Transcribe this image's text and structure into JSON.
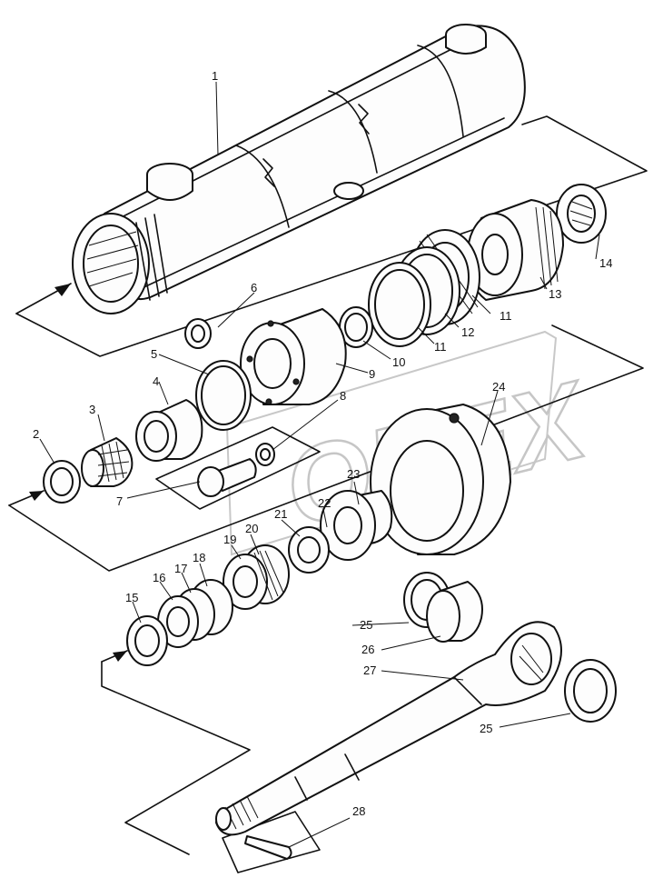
{
  "figure": {
    "watermark": "OPEX",
    "part_labels": [
      "1",
      "2",
      "3",
      "4",
      "5",
      "6",
      "7",
      "8",
      "9",
      "10",
      "11",
      "11",
      "12",
      "13",
      "14",
      "15",
      "16",
      "17",
      "18",
      "19",
      "20",
      "21",
      "22",
      "23",
      "24",
      "25",
      "25",
      "26",
      "27",
      "28"
    ]
  }
}
